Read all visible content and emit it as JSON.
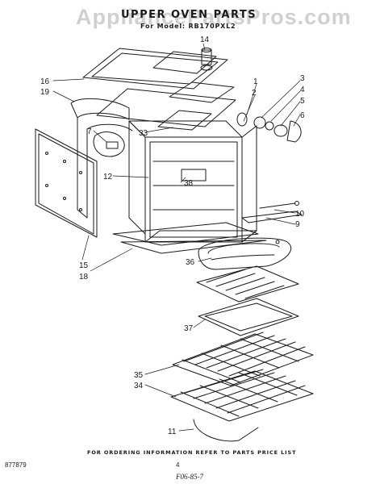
{
  "watermark": "AppliancePartsPros.com",
  "header": {
    "title": "UPPER OVEN PARTS",
    "subtitle": "For Model: RB170PXL2"
  },
  "callouts": [
    "14",
    "16",
    "19",
    "1",
    "2",
    "3",
    "4",
    "5",
    "6",
    "7",
    "33",
    "12",
    "38",
    "10",
    "9",
    "36",
    "37",
    "15",
    "18",
    "35",
    "34",
    "11"
  ],
  "footer": {
    "note": "FOR ORDERING INFORMATION REFER TO PARTS PRICE LIST",
    "part_number": "877879",
    "page_number": "4",
    "handwritten_mark": "F06-85-7"
  }
}
